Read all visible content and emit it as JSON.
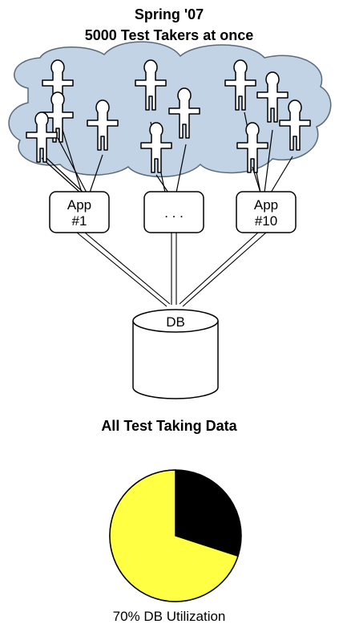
{
  "title": {
    "line1": "Spring '07",
    "line2": "5000 Test Takers at once"
  },
  "app_servers": [
    {
      "line1": "App",
      "line2": "#1"
    },
    {
      "line1": ". . .",
      "line2": ""
    },
    {
      "line1": "App",
      "line2": "#10"
    }
  ],
  "database": {
    "label": "DB",
    "caption": "All Test Taking Data"
  },
  "utilization": {
    "value": 0.7,
    "caption": "70% DB Utilization",
    "used_color": "#ffff44",
    "free_color": "#000000"
  },
  "colors": {
    "cloud_fill": "#c3d3e6",
    "cloud_stroke": "#5a6a7a",
    "figure_fill": "#ffffff",
    "figure_stroke": "#000000"
  },
  "icons": {
    "user": "person-icon",
    "cloud": "cloud-icon",
    "database": "database-cylinder-icon"
  }
}
